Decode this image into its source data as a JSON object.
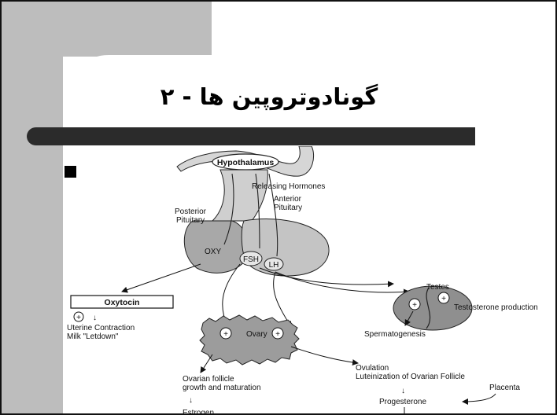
{
  "slide": {
    "title": "گونادوتروپین ها - ۲"
  },
  "diagram": {
    "hypothalamus": "Hypothalamus",
    "releasing_hormones": "Releasing Hormones",
    "posterior_pituitary_1": "Posterior",
    "posterior_pituitary_2": "Pituitary",
    "anterior_pituitary_1": "Anterior",
    "anterior_pituitary_2": "Pituitary",
    "oxy": "OXY",
    "fsh": "FSH",
    "lh": "LH",
    "oxytocin": "Oxytocin",
    "uterine_contraction": "Uterine Contraction",
    "milk_letdown": "Milk \"Letdown\"",
    "testes": "Testes",
    "testosterone_production": "Testosterone production",
    "spermatogenesis": "Spermatogenesis",
    "ovary": "Ovary",
    "ovarian_follicle_1": "Ovarian follicle",
    "ovarian_follicle_2": "growth and maturation",
    "estrogen": "Estrogen",
    "ovulation": "Ovulation",
    "luteinization": "Luteinization of Ovarian Follicle",
    "placenta": "Placenta",
    "progesterone": "Progesterone",
    "plus_sign": "+",
    "down_arrow": "↓"
  }
}
